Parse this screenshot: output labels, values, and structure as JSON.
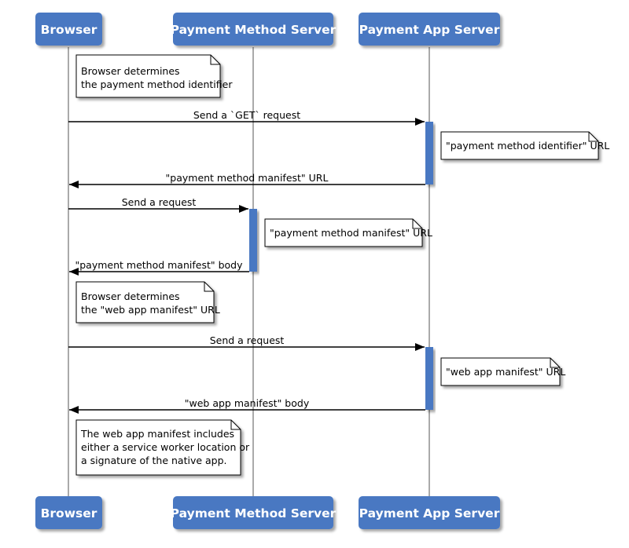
{
  "participants": [
    {
      "id": "browser",
      "label": "Browser"
    },
    {
      "id": "pms",
      "label": "Payment Method Server"
    },
    {
      "id": "pas",
      "label": "Payment App Server"
    }
  ],
  "messages": [
    {
      "from": "browser",
      "to": "pas",
      "label": "Send a `GET` request"
    },
    {
      "from": "pas",
      "to": "browser",
      "label": "\"payment method manifest\" URL"
    },
    {
      "from": "browser",
      "to": "pms",
      "label": "Send a request"
    },
    {
      "from": "pms",
      "to": "browser",
      "label": "\"payment method manifest\" body"
    },
    {
      "from": "browser",
      "to": "pas",
      "label": "Send a request"
    },
    {
      "from": "pas",
      "to": "browser",
      "label": "\"web app manifest\" body"
    }
  ],
  "notes": [
    {
      "over": "browser",
      "lines": [
        "Browser determines",
        "the payment method identifier"
      ]
    },
    {
      "over": "pas",
      "lines": [
        "\"payment method identifier\" URL"
      ]
    },
    {
      "over": "pms",
      "lines": [
        "\"payment method manifest\" URL"
      ]
    },
    {
      "over": "browser",
      "lines": [
        "Browser determines",
        "the \"web app manifest\" URL"
      ]
    },
    {
      "over": "pas",
      "lines": [
        "\"web app manifest\" URL"
      ]
    },
    {
      "over": "browser",
      "lines": [
        "The web app manifest includes",
        "either a service worker location or",
        "a signature of the native app."
      ]
    }
  ],
  "colors": {
    "participant_fill": "#4a78c2",
    "activation_fill": "#4a78c2",
    "lifeline": "#aaaaaa",
    "arrow": "#000000",
    "note_border": "#000000",
    "note_fill": "#ffffff"
  }
}
